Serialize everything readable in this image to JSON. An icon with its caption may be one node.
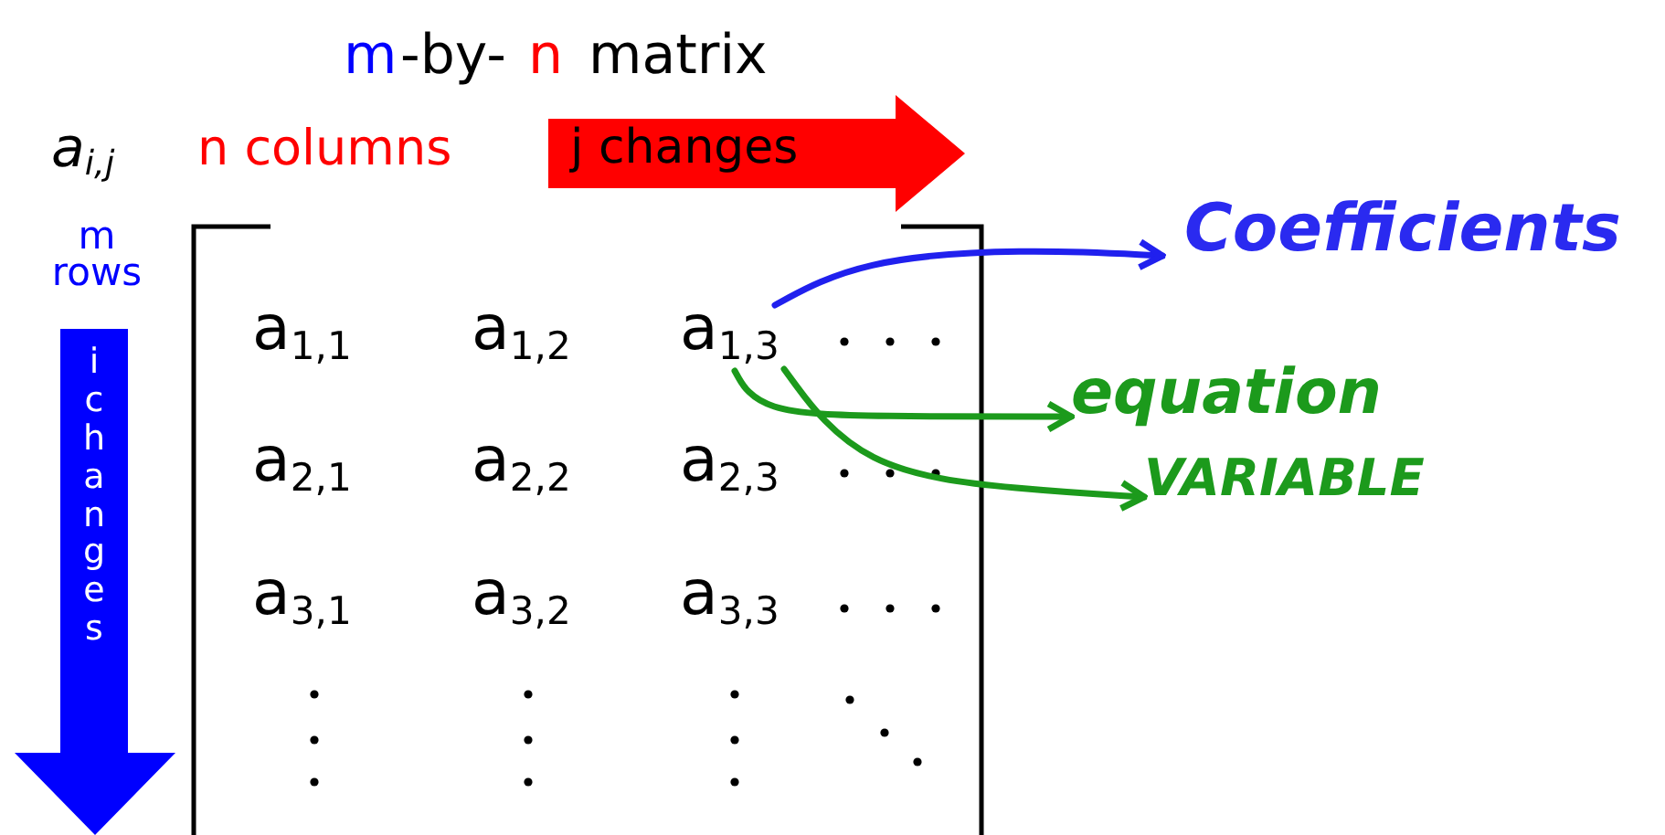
{
  "diagram": {
    "nodes": [
      {
        "text": [
          "j changes"
        ]
      },
      {
        "text": [
          "i changes"
        ]
      },
      {
        "text": [
          "a$_{1,3}$"
        ]
      },
      {
        "text": [
          "Coefficients"
        ]
      },
      {
        "text": [
          "equation"
        ]
      },
      {
        "text": [
          "VARIABLE"
        ]
      }
    ],
    "edges": [
      {
        "from": 2,
        "to": 3,
        "arrow": "to",
        "color": "#2020ee"
      },
      {
        "from": 2,
        "to": 4,
        "arrow": "to"
      },
      {
        "from": 2,
        "to": 5,
        "arrow": "to"
      }
    ],
    "labels": [
      "m",
      "-by-",
      "n",
      "matrix",
      "a$_{i,j}$",
      "n columns",
      "m rows",
      "a$_{1,1}$",
      "a$_{1,2}$",
      "a$_{2,1}$",
      "a$_{2,2}$",
      "a$_{2,3}$",
      "a$_{3,1}$",
      "a$_{3,2}$",
      "a$_{3,3}$"
    ]
  }
}
